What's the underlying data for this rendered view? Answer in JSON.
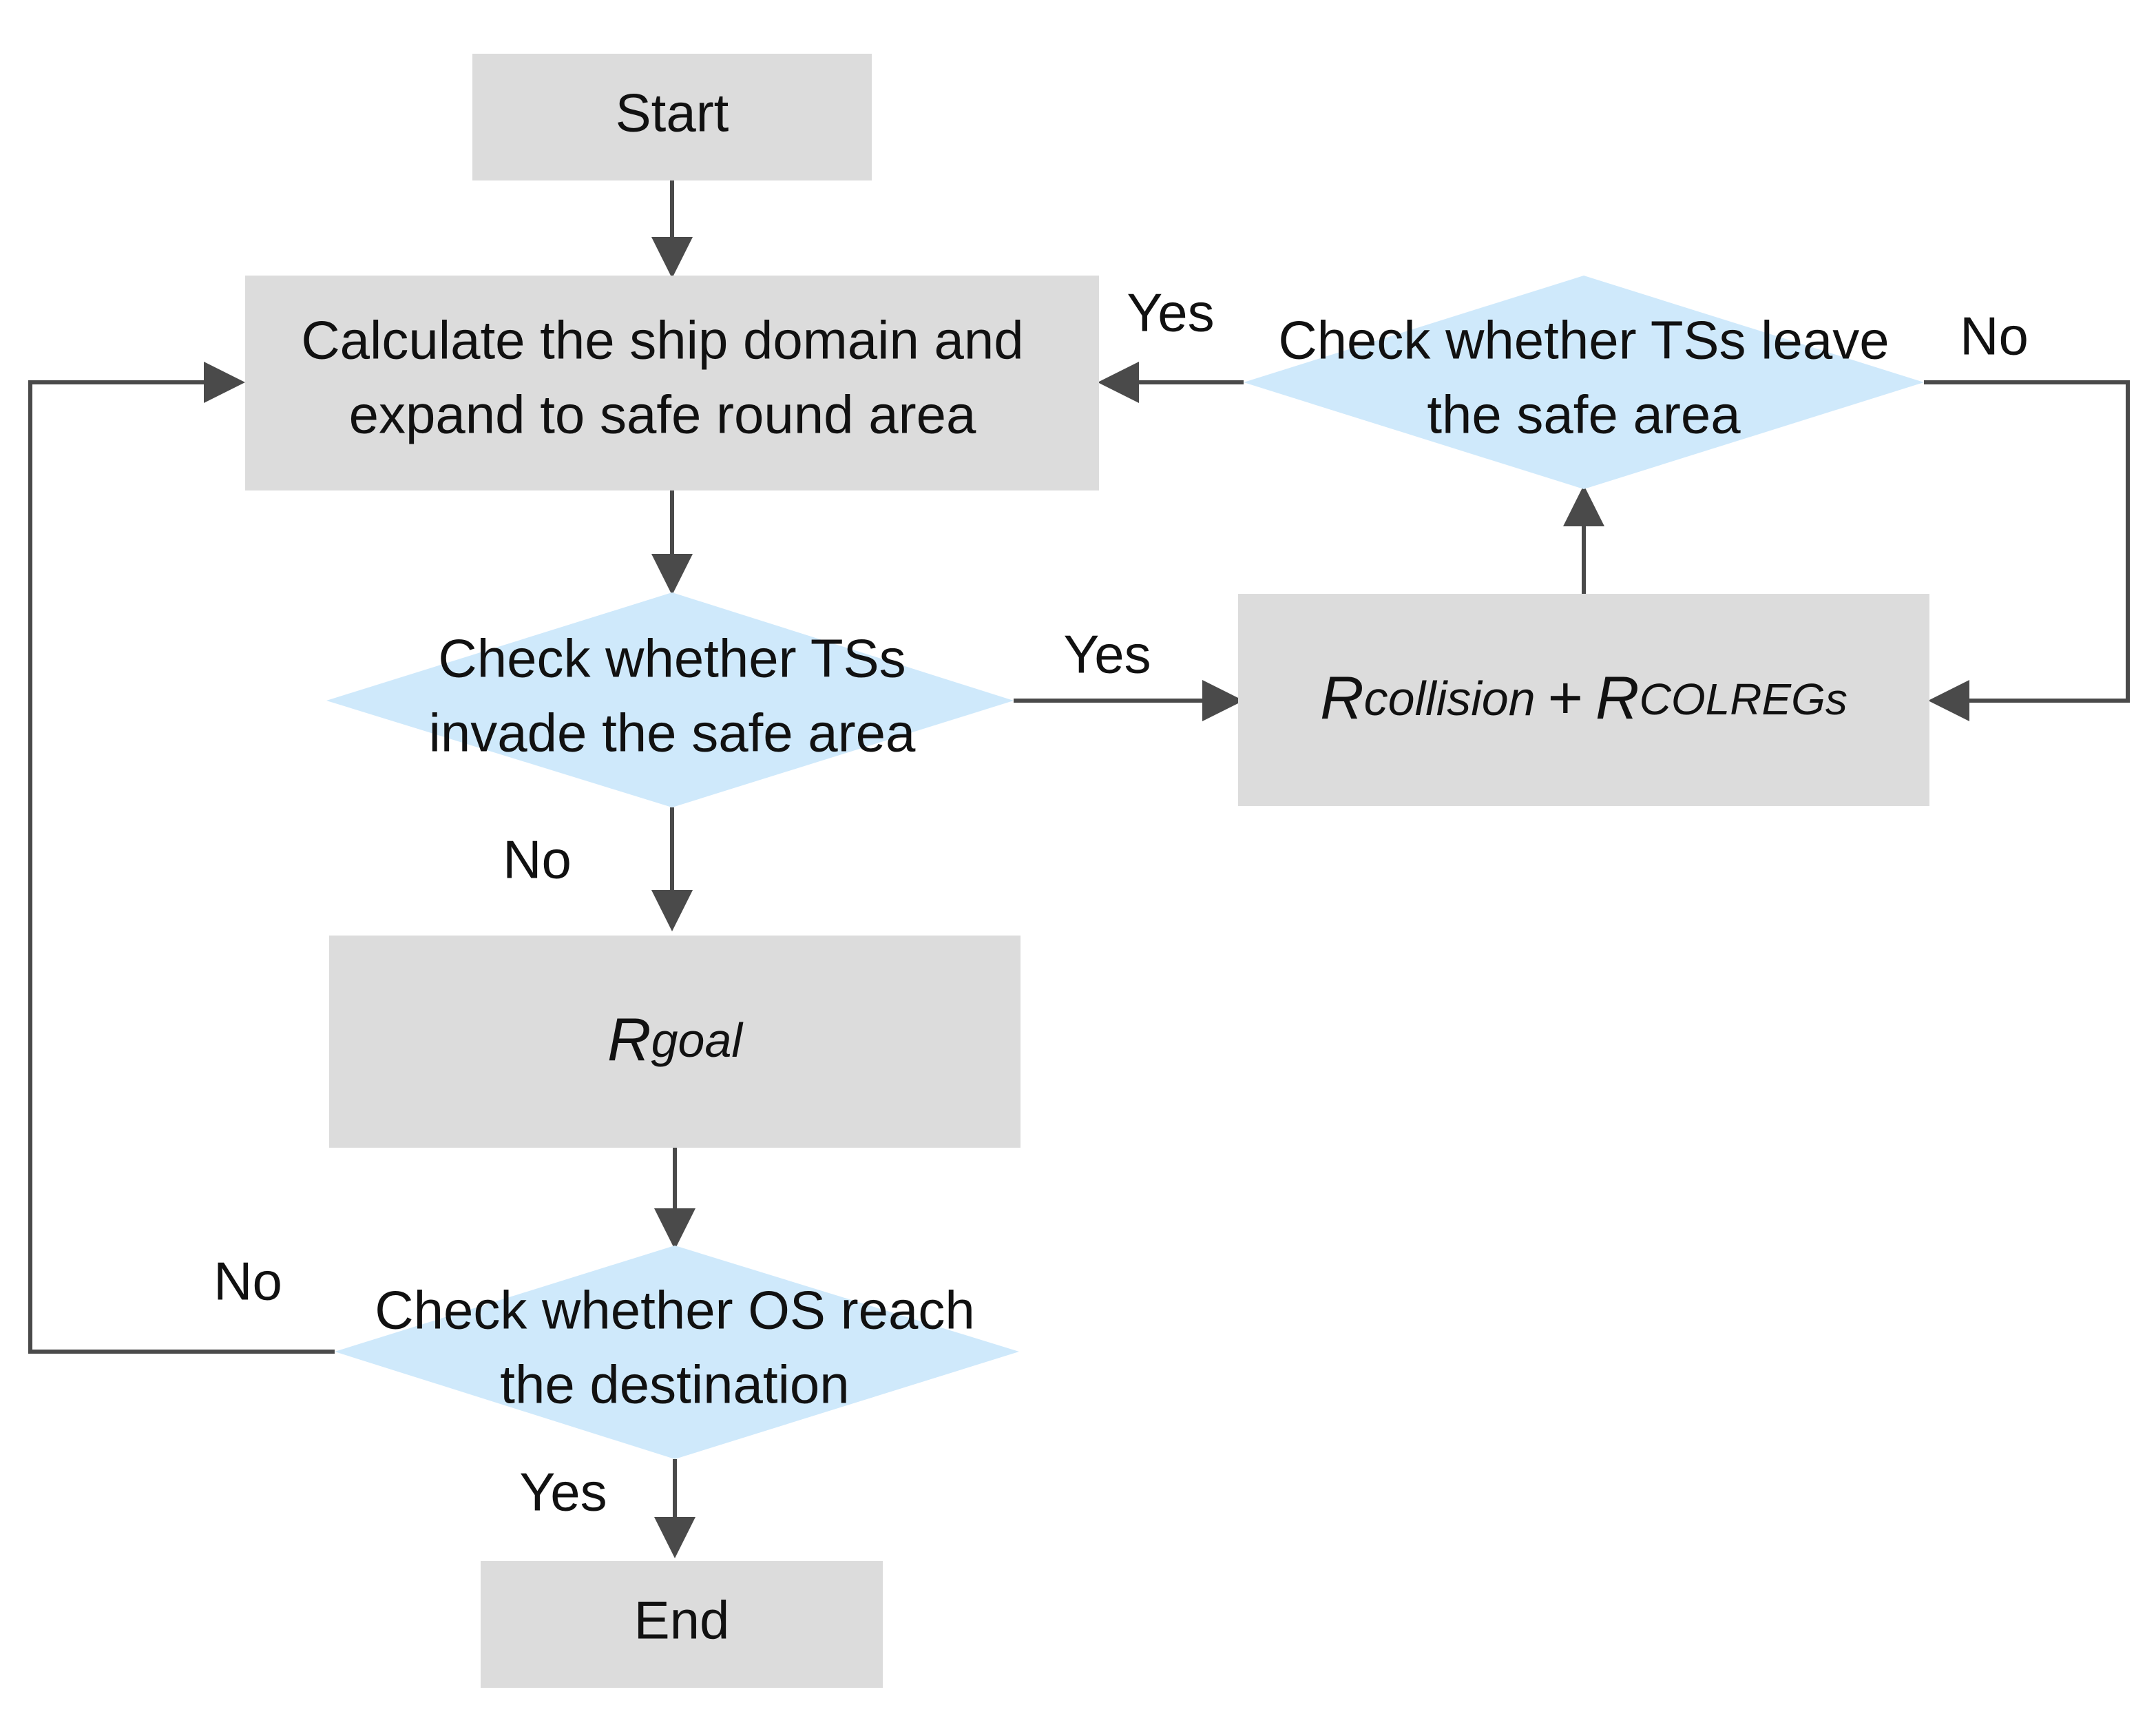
{
  "colors": {
    "process_fill": "#dcdcdc",
    "decision_fill": "#cfe9fb",
    "line": "#4a4a4a",
    "text": "#111111"
  },
  "nodes": {
    "start": "Start",
    "calc": {
      "line1": "Calculate the ship domain and",
      "line2": "expand to safe round area"
    },
    "invade": {
      "line1": "Check whether TSs",
      "line2": "invade the safe area"
    },
    "leave": {
      "line1": "Check whether TSs leave",
      "line2": "the safe area"
    },
    "collision": {
      "r1": "R",
      "sub1": "collision",
      "plus": "+",
      "r2": "R",
      "sub2": "COLREGs"
    },
    "goal": {
      "r": "R",
      "sub": "goal"
    },
    "reach": {
      "line1": "Check whether OS reach",
      "line2": "the destination"
    },
    "end": "End"
  },
  "edges": {
    "leave_yes": "Yes",
    "leave_no": "No",
    "invade_yes": "Yes",
    "invade_no": "No",
    "reach_no": "No",
    "reach_yes": "Yes"
  }
}
